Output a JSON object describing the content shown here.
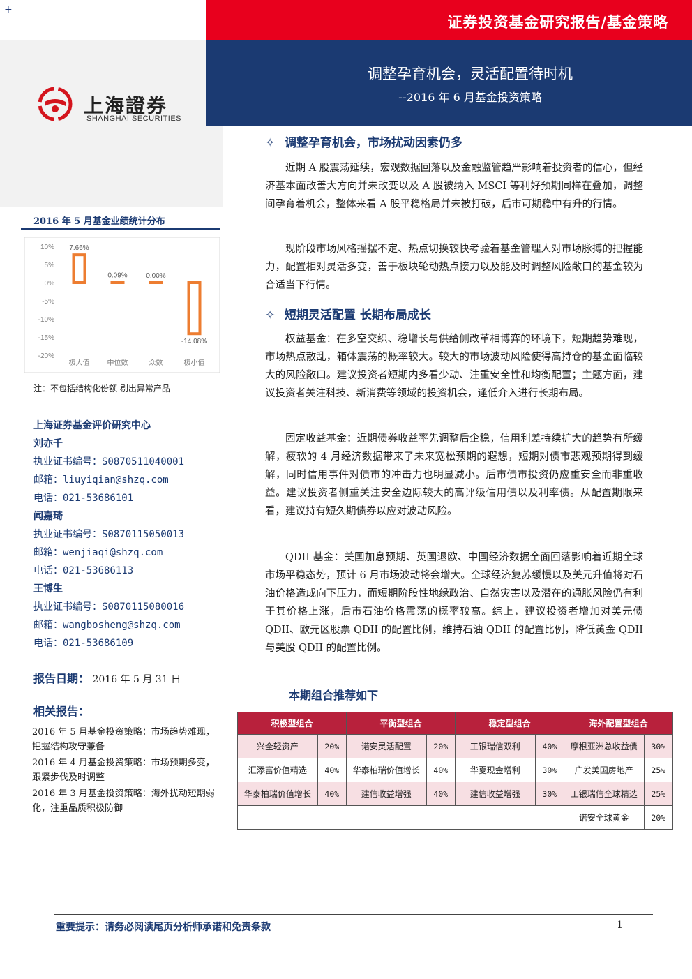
{
  "header": {
    "corner_mark": "+",
    "series_title": "证券投资基金研究报告/基金策略",
    "report_title": "调整孕育机会，灵活配置待时机",
    "report_subtitle": "--2016 年 6 月基金投资策略"
  },
  "logo": {
    "cn": "上海證券",
    "en": "SHANGHAI SECURITIES"
  },
  "colors": {
    "top_bar": "#e8001d",
    "banner": "#1b3a72",
    "bar_outline": "#ed7d31",
    "table_header": "#b8213c"
  },
  "chart": {
    "caption": "2016 年 5 月基金业绩统计分布",
    "note": "注：不包括结构化份额 剔出异常产品"
  },
  "chart_data": {
    "type": "bar",
    "categories": [
      "极大值",
      "中位数",
      "众数",
      "极小值"
    ],
    "values": [
      7.66,
      0.09,
      0.0,
      -14.08
    ],
    "data_labels": [
      "7.66%",
      "0.09%",
      "0.00%",
      "-14.08%"
    ],
    "ylim": [
      -20,
      10
    ],
    "yticks": [
      10,
      5,
      0,
      -5,
      -10,
      -15,
      -20
    ],
    "ytick_labels": [
      "10%",
      "5%",
      "0%",
      "-5%",
      "-10%",
      "-15%",
      "-20%"
    ],
    "title": "",
    "xlabel": "",
    "ylabel": "",
    "grid": false
  },
  "analysts": {
    "center": "上海证券基金评价研究中心",
    "people": [
      {
        "name": "刘亦千",
        "cert": "执业证书编号：S0870511040001",
        "email": "邮箱：liuyiqian@shzq.com",
        "phone": "电话：021-53686101"
      },
      {
        "name": "闻嘉琦",
        "cert": "执业证书编号：S0870115050013",
        "email": "邮箱：wenjiaqi@shzq.com",
        "phone": "电话：021-53686113"
      },
      {
        "name": "王博生",
        "cert": "执业证书编号：S0870115080016",
        "email": "邮箱：wangbosheng@shzq.com",
        "phone": "电话：021-53686109"
      }
    ]
  },
  "report_date": {
    "label": "报告日期：",
    "value": "2016 年 5 月 31 日"
  },
  "related": {
    "title": "相关报告：",
    "items": [
      "2016 年 5 月基金投资策略：市场趋势难现，把握结构攻守兼备",
      "2016 年 4 月基金投资策略：市场预期多变，跟紧步伐及时调整",
      "2016 年 3 月基金投资策略：海外扰动短期弱化，注重品质积极防御"
    ]
  },
  "sections": {
    "s1_title": "调整孕育机会，市场扰动因素仍多",
    "s1_p1": "近期 A 股震荡延续，宏观数据回落以及金融监管趋严影响着投资者的信心，但经济基本面改善大方向并未改变以及 A 股被纳入 MSCI 等利好预期同样在叠加，调整间孕育着机会，整体来看 A 股平稳格局并未被打破，后市可期稳中有升的行情。",
    "s1_p2": "现阶段市场风格摇摆不定、热点切换较快考验着基金管理人对市场脉搏的把握能力，配置相对灵活多变，善于板块轮动热点接力以及能及时调整风险敞口的基金较为合适当下行情。",
    "s2_title": "短期灵活配置 长期布局成长",
    "s2_p1": "权益基金：在多空交织、稳增长与供给侧改革相博弈的环境下，短期趋势难现，市场热点散乱，箱体震荡的概率较大。较大的市场波动风险使得高持仓的基金面临较大的风险敞口。建议投资者短期内多看少动、注重安全性和均衡配置；主题方面，建议投资者关注科技、新消费等领域的投资机会，逢低介入进行长期布局。",
    "s2_p2": "固定收益基金：近期债券收益率先调整后企稳，信用利差持续扩大的趋势有所缓解，疲软的 4 月经济数据带来了未来宽松预期的遐想，短期对债市悲观预期得到缓解，同时信用事件对债市的冲击力也明显减小。后市债市投资仍应重安全而非重收益。建议投资者侧重关注安全边际较大的高评级信用债以及利率债。从配置期限来看，建议持有短久期债券以应对波动风险。",
    "s2_p3": "QDII 基金：美国加息预期、英国退欧、中国经济数据全面回落影响着近期全球市场平稳态势，预计 6 月市场波动将会增大。全球经济复苏缓慢以及美元升值将对石油价格造成向下压力，而短期阶段性地缘政治、自然灾害以及潜在的通胀风险仍有利于其价格上涨，后市石油价格震荡的概率较高。综上，建议投资者增加对美元债 QDII、欧元区股票 QDII 的配置比例，维持石油 QDII 的配置比例，降低黄金 QDII 与美股 QDII 的配置比例。",
    "portfolio_title": "本期组合推荐如下"
  },
  "portfolio": {
    "headers": [
      "积极型组合",
      "平衡型组合",
      "稳定型组合",
      "海外配置型组合"
    ],
    "rows": [
      [
        "兴全轻资产",
        "20%",
        "诺安灵活配置",
        "20%",
        "工银瑞信双利",
        "40%",
        "摩根亚洲总收益债",
        "30%"
      ],
      [
        "汇添富价值精选",
        "40%",
        "华泰柏瑞价值增长",
        "40%",
        "华夏现金增利",
        "30%",
        "广发美国房地产",
        "25%"
      ],
      [
        "华泰柏瑞价值增长",
        "40%",
        "建信收益增强",
        "40%",
        "建信收益增强",
        "30%",
        "工银瑞信全球精选",
        "25%"
      ],
      [
        "",
        "",
        "",
        "",
        "",
        "",
        "诺安全球黄金",
        "20%"
      ]
    ]
  },
  "footer": {
    "notice": "重要提示：请务必阅读尾页分析师承诺和免责条款",
    "page": "1"
  }
}
